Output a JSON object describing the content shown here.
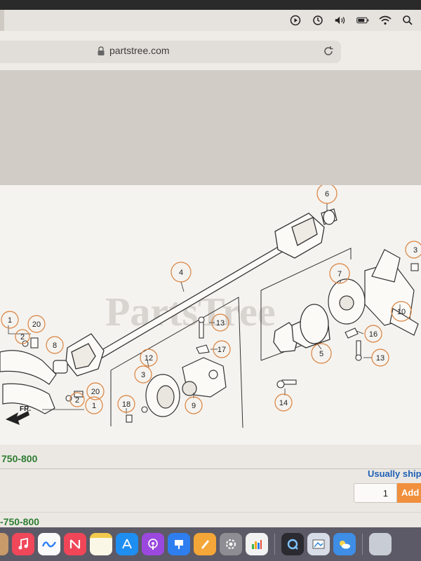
{
  "menubar": {
    "icons": [
      "play-circle-icon",
      "time-machine-icon",
      "volume-icon",
      "battery-icon",
      "wifi-icon",
      "search-icon"
    ]
  },
  "browser": {
    "url": "partstree.com",
    "secure_icon": "lock-icon",
    "reload_icon": "reload-icon"
  },
  "diagram": {
    "watermark": "PartsTree",
    "direction_label": "FR.",
    "callouts": [
      "1",
      "2",
      "20",
      "8",
      "4",
      "6",
      "3",
      "7",
      "13",
      "17",
      "12",
      "3",
      "18",
      "9",
      "5",
      "16",
      "10",
      "13",
      "14",
      "20",
      "2",
      "1"
    ]
  },
  "product": {
    "model_code_1": "750-800",
    "shipping_text": "Usually ship",
    "quantity": "1",
    "add_label": "Add",
    "model_code_2": "-750-800"
  },
  "dock": {
    "icons": [
      "finder-icon",
      "music-icon",
      "freeform-icon",
      "news-icon",
      "notes-icon",
      "app-store-icon",
      "podcasts-icon",
      "keynote-icon",
      "pages-icon",
      "system-settings-icon",
      "numbers-icon",
      "quicktime-icon",
      "preview-icon",
      "weather-icon",
      "folder-icon"
    ]
  },
  "colors": {
    "callout_circle": "#d9823f",
    "model_green": "#2e7d32",
    "ship_blue": "#1e5fb5",
    "add_orange": "#f08f3c"
  }
}
